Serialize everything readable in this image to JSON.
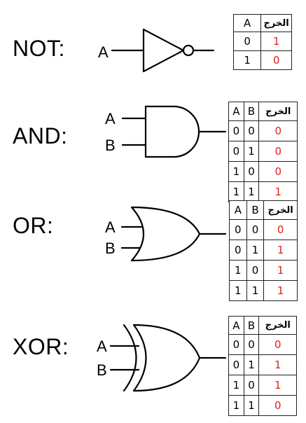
{
  "gates": [
    {
      "id": "not",
      "label": "NOT:",
      "inputs": [
        "A"
      ],
      "table": {
        "headers": [
          "A",
          "الخرج"
        ],
        "rows": [
          [
            "0",
            "1"
          ],
          [
            "1",
            "0"
          ]
        ]
      }
    },
    {
      "id": "and",
      "label": "AND:",
      "inputs": [
        "A",
        "B"
      ],
      "table": {
        "headers": [
          "A",
          "B",
          "الخرج"
        ],
        "rows": [
          [
            "0",
            "0",
            "0"
          ],
          [
            "0",
            "1",
            "0"
          ],
          [
            "1",
            "0",
            "0"
          ],
          [
            "1",
            "1",
            "1"
          ]
        ]
      }
    },
    {
      "id": "or",
      "label": "OR:",
      "inputs": [
        "A",
        "B"
      ],
      "table": {
        "headers": [
          "A",
          "B",
          "الخرج"
        ],
        "rows": [
          [
            "0",
            "0",
            "0"
          ],
          [
            "0",
            "1",
            "1"
          ],
          [
            "1",
            "0",
            "1"
          ],
          [
            "1",
            "1",
            "1"
          ]
        ]
      }
    },
    {
      "id": "xor",
      "label": "XOR:",
      "inputs": [
        "A",
        "B"
      ],
      "table": {
        "headers": [
          "A",
          "B",
          "الخرج"
        ],
        "rows": [
          [
            "0",
            "0",
            "0"
          ],
          [
            "0",
            "1",
            "1"
          ],
          [
            "1",
            "0",
            "1"
          ],
          [
            "1",
            "1",
            "0"
          ]
        ]
      }
    }
  ],
  "colors": {
    "output_value": "#e0201b",
    "line": "#000000"
  }
}
